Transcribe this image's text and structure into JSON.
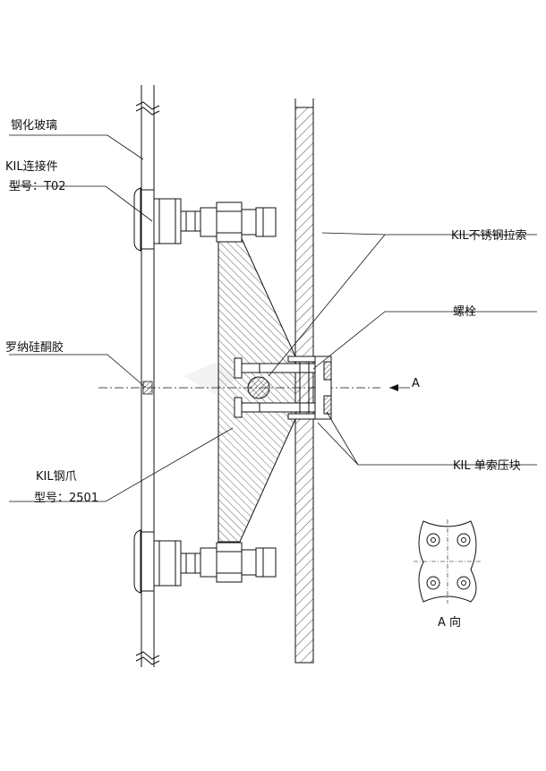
{
  "labels": {
    "tempered_glass": "钢化玻璃",
    "connector_name": "KIL连接件",
    "connector_model": "型号：T02",
    "sealant": "罗纳硅酮胶",
    "claw_name": "KIL钢爪",
    "claw_model": "型号：2501",
    "cable": "KIL不锈钢拉索",
    "bolt": "螺栓",
    "clamp": "KIL 单索压块",
    "section_marker": "A",
    "view_a": "A 向"
  },
  "colors": {
    "line": "#111111",
    "light_fill": "#f2f2f2",
    "watermark": "#dddddd"
  },
  "icons": {
    "section_arrow": "arrow-left-icon"
  }
}
